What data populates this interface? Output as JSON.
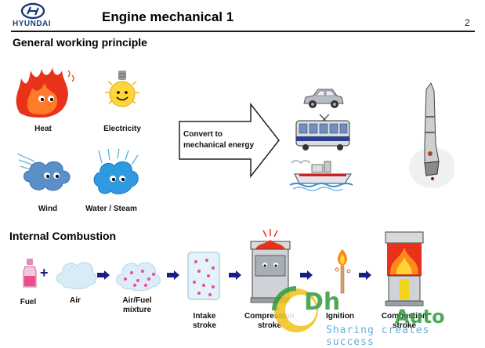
{
  "header": {
    "brand": "HYUNDAI",
    "title": "Engine mechanical 1",
    "page_number": "2"
  },
  "section1": {
    "heading": "General working principle",
    "sources": {
      "heat": "Heat",
      "electricity": "Electricity",
      "wind": "Wind",
      "water": "Water / Steam"
    },
    "convert_label_line1": "Convert to",
    "convert_label_line2": "mechanical energy"
  },
  "section2": {
    "heading": "Internal Combustion",
    "steps": {
      "fuel": "Fuel",
      "air": "Air",
      "mixture_line1": "Air/Fuel",
      "mixture_line2": "mixture",
      "intake_line1": "Intake",
      "intake_line2": "stroke",
      "compression_line1": "Compression",
      "compression_line2": "stroke",
      "ignition": "Ignition",
      "combustion_line1": "Combustion",
      "combustion_line2": "stroke"
    }
  },
  "watermark": {
    "text_a": "Dh",
    "text_b": "Auto",
    "slogan": "Sharing creates success"
  },
  "colors": {
    "accent_navy": "#1b1b8c",
    "brand_blue": "#1b3a7a",
    "flame_red": "#e8321a",
    "watermark_yellow": "#f2c318",
    "watermark_green": "#2e9b3c"
  }
}
